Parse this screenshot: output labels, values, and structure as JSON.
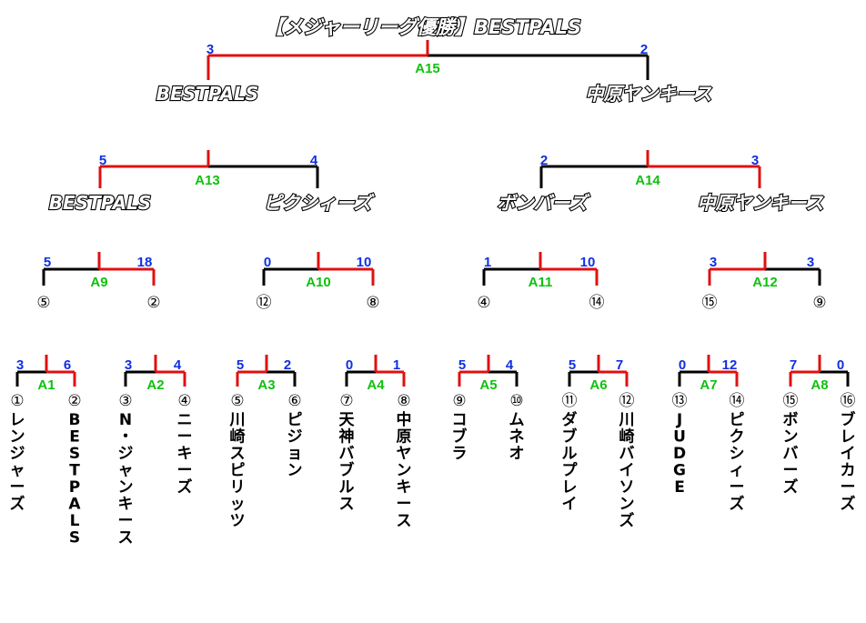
{
  "title": "【メジャーリーグ優勝】BESTPALS",
  "colors": {
    "winner": "#e01010",
    "loser": "#000000",
    "score": "#1030e0",
    "label": "#10c010"
  },
  "round1": [
    {
      "label": "A1",
      "left_score": "3",
      "right_score": "6",
      "winner": "right",
      "left_seed": "①",
      "left_team": "レンジャーズ",
      "right_seed": "②",
      "right_team": "BESTPALS"
    },
    {
      "label": "A2",
      "left_score": "3",
      "right_score": "4",
      "winner": "right",
      "left_seed": "③",
      "left_team": "N・ジャンキース",
      "right_seed": "④",
      "right_team": "ニーキーズ"
    },
    {
      "label": "A3",
      "left_score": "5",
      "right_score": "2",
      "winner": "left",
      "left_seed": "⑤",
      "left_team": "川崎スピリッツ",
      "right_seed": "⑥",
      "right_team": "ピジョン"
    },
    {
      "label": "A4",
      "left_score": "0",
      "right_score": "1",
      "winner": "right",
      "left_seed": "⑦",
      "left_team": "天神バブルス",
      "right_seed": "⑧",
      "right_team": "中原ヤンキース"
    },
    {
      "label": "A5",
      "left_score": "5",
      "right_score": "4",
      "winner": "left",
      "left_seed": "⑨",
      "left_team": "コブラ",
      "right_seed": "⑩",
      "right_team": "ムネオ"
    },
    {
      "label": "A6",
      "left_score": "5",
      "right_score": "7",
      "winner": "right",
      "left_seed": "⑪",
      "left_team": "ダブルプレイ",
      "right_seed": "⑫",
      "right_team": "川崎バイソンズ"
    },
    {
      "label": "A7",
      "left_score": "0",
      "right_score": "12",
      "winner": "right",
      "left_seed": "⑬",
      "left_team": "JUDGE",
      "right_seed": "⑭",
      "right_team": "ピクシィーズ"
    },
    {
      "label": "A8",
      "left_score": "7",
      "right_score": "0",
      "winner": "left",
      "left_seed": "⑮",
      "left_team": "ボンバーズ",
      "right_seed": "⑯",
      "right_team": "ブレイカーズ"
    }
  ],
  "round2": [
    {
      "label": "A9",
      "left_score": "5",
      "right_score": "18",
      "winner": "right",
      "left_seed": "⑤",
      "right_seed": "②"
    },
    {
      "label": "A10",
      "left_score": "0",
      "right_score": "10",
      "winner": "right",
      "left_seed": "⑫",
      "right_seed": "⑧"
    },
    {
      "label": "A11",
      "left_score": "1",
      "right_score": "10",
      "winner": "right",
      "left_seed": "④",
      "right_seed": "⑭"
    },
    {
      "label": "A12",
      "left_score": "3",
      "right_score": "3",
      "winner": "left",
      "left_seed": "⑮",
      "right_seed": "⑨"
    }
  ],
  "round3": [
    {
      "label": "A13",
      "left_score": "5",
      "right_score": "4",
      "winner": "left",
      "left_team": "BESTPALS",
      "right_team": "ピクシィーズ"
    },
    {
      "label": "A14",
      "left_score": "2",
      "right_score": "3",
      "winner": "right",
      "left_team": "ボンバーズ",
      "right_team": "中原ヤンキース"
    }
  ],
  "final": {
    "label": "A15",
    "left_score": "3",
    "right_score": "2",
    "winner": "left",
    "left_team": "BESTPALS",
    "right_team": "中原ヤンキース"
  }
}
